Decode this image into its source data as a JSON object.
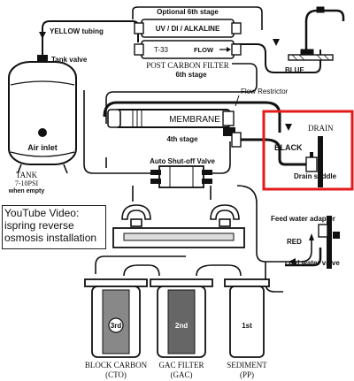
{
  "labels": {
    "optional_stage": "Optional 6th stage",
    "uv_filter": "UV / DI / ALKALINE",
    "t33": "T-33",
    "flow": "FLOW",
    "post_carbon": "POST CARBON FILTER",
    "sixth_stage": "6th stage",
    "yellow_tubing": "YELLOW tubing",
    "tank_valve": "Tank valve",
    "blue": "BLUE",
    "flow_restrictor": "Flow Restrictor",
    "membrane": "MEMBRANE",
    "fourth_stage": "4th stage",
    "drain": "DRAIN",
    "black": "BLACK",
    "drain_saddle": "Drain saddle",
    "air_inlet": "Air inlet",
    "tank": "TANK",
    "tank_psi": "7-10PSI",
    "tank_when": "when empty",
    "auto_shutoff": "Auto Shut-off Valve",
    "feed_adapter": "Feed water adapter",
    "red": "RED",
    "cold_valve": "cold water valve",
    "stage_3rd": "3rd",
    "stage_2nd": "2nd",
    "stage_1st": "1st",
    "block_carbon": "BLOCK CARBON",
    "cto": "(CTO)",
    "gac_filter": "GAC FILTER",
    "gac": "(GAC)",
    "sediment": "SEDIMENT",
    "pp": "(PP)"
  },
  "youtube": {
    "line1": "YouTube Video:",
    "line2": "ispring reverse",
    "line3": "osmosis installation"
  },
  "colors": {
    "highlight_box": "#e31b1b",
    "line": "#111111",
    "filter_fill": "#ffffff"
  }
}
